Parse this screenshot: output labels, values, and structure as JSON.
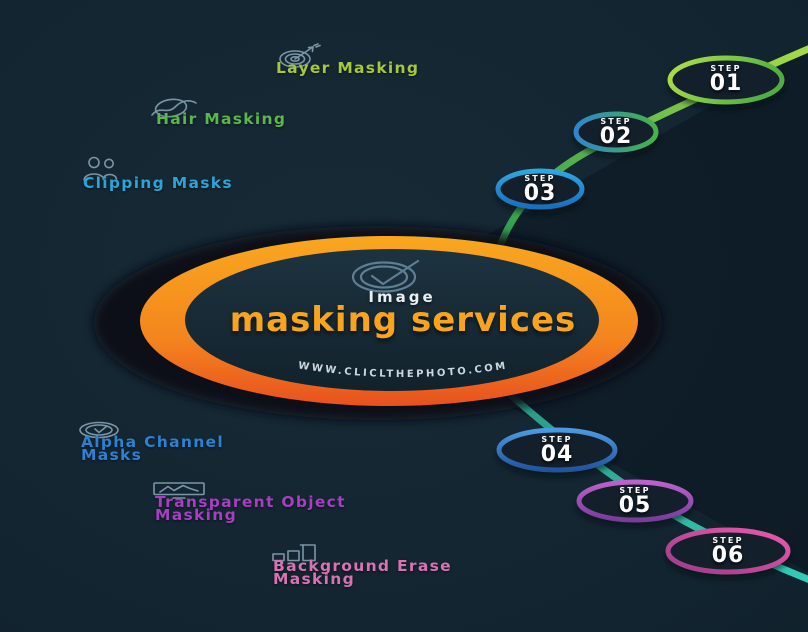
{
  "background": {
    "base_color": "#122430",
    "band_color": "#0a141d"
  },
  "center_badge": {
    "icon": "check-target-icon",
    "subtitle": "Image",
    "title": "masking services",
    "website": "WWW.CLICLTHEPHOTO.COM",
    "ring_color": "#f4851e",
    "title_color": "#f8a41f",
    "subtitle_color": "#e9eef2"
  },
  "timeline": {
    "top_line_color": "#7bc043",
    "bottom_line_color": "#2fc4b0",
    "steps": [
      {
        "label": "STEP",
        "number": "01",
        "ring_from": "#b3e049",
        "ring_to": "#4fae43"
      },
      {
        "label": "STEP",
        "number": "02",
        "ring_from": "#2f86cf",
        "ring_to": "#45b347"
      },
      {
        "label": "STEP",
        "number": "03",
        "ring_from": "#2fa6e0",
        "ring_to": "#1a6fbf"
      },
      {
        "label": "STEP",
        "number": "04",
        "ring_from": "#4a9ae0",
        "ring_to": "#23539f"
      },
      {
        "label": "STEP",
        "number": "05",
        "ring_from": "#bc62cd",
        "ring_to": "#7a3b9d"
      },
      {
        "label": "STEP",
        "number": "06",
        "ring_from": "#e95aab",
        "ring_to": "#9c3b8a"
      }
    ]
  },
  "services": [
    {
      "icon": "target-dart-icon",
      "lines": [
        "Layer Masking"
      ],
      "color": "#a5c83d"
    },
    {
      "icon": "hair-strand-icon",
      "lines": [
        "Hair Masking"
      ],
      "color": "#5bb64c"
    },
    {
      "icon": "people-icon",
      "lines": [
        "Clipping Masks"
      ],
      "color": "#2aa4d9"
    },
    {
      "icon": "clock-check-icon",
      "lines": [
        "Alpha Channel",
        "Masks"
      ],
      "color": "#2e80d0"
    },
    {
      "icon": "monitor-icon",
      "lines": [
        "Transparent Object",
        "Masking"
      ],
      "color": "#a63fc2"
    },
    {
      "icon": "bar-chart-icon",
      "lines": [
        "Background Erase",
        "Masking"
      ],
      "color": "#d873b3"
    }
  ]
}
